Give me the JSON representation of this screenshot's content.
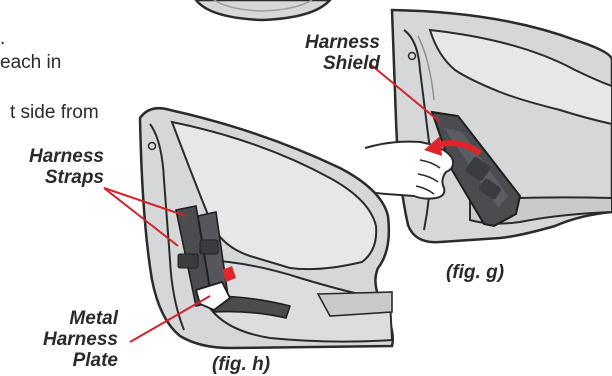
{
  "body_text_fragments": [
    ".",
    "each in",
    "t side from"
  ],
  "callouts": {
    "harness_shield": [
      "Harness",
      "Shield"
    ],
    "harness_straps": [
      "Harness",
      "Straps"
    ],
    "metal_harness_plate": [
      "Metal",
      "Harness",
      "Plate"
    ]
  },
  "figures": {
    "fig_g": "(fig. g)",
    "fig_h": "(fig. h)"
  },
  "colors": {
    "callout_line": "#d2232a",
    "arrow": "#e0242b",
    "seat_fill": "#d6d7d9",
    "seat_shadow": "#bfc1c4",
    "strap": "#4a4c50",
    "outline": "#2b2b2b"
  }
}
